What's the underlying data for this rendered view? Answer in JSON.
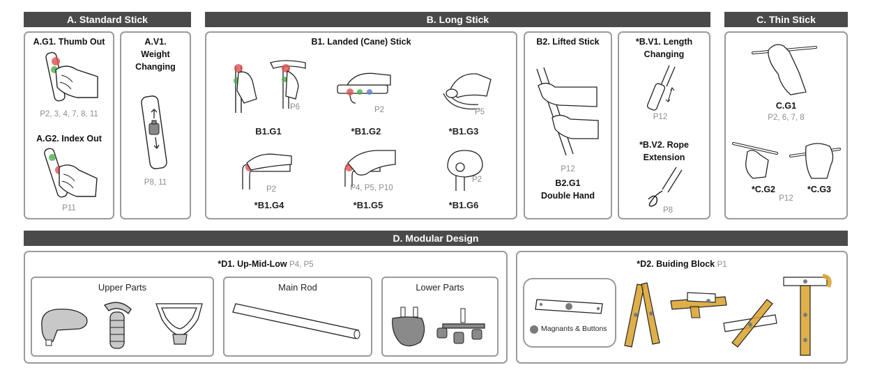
{
  "headers": {
    "a": "A. Standard Stick",
    "b": "B. Long Stick",
    "c": "C. Thin Stick",
    "d": "D. Modular Design"
  },
  "a_g1": {
    "title": "A.G1. Thumb Out",
    "participants": "P2, 3, 4, 7, 8, 11"
  },
  "a_g2": {
    "title": "A.G2. Index Out",
    "participants": "P11"
  },
  "a_v1": {
    "title_line1": "A.V1.",
    "title_line2": "Weight",
    "title_line3": "Changing",
    "participants": "P8, 11"
  },
  "b1": {
    "title": "B1. Landed (Cane) Stick",
    "p6": "P6",
    "g1": "B1.G1",
    "g2": "*B1.G2",
    "g2_p": "P2",
    "g3": "*B1.G3",
    "g3_p": "P5",
    "g4": "*B1.G4",
    "g4_p": "P2",
    "g5": "*B1.G5",
    "g5_p": "P4, P5, P10",
    "g6": "*B1.G6",
    "g6_p": "P2"
  },
  "b2": {
    "title": "B2. Lifted Stick",
    "participants": "P12",
    "label1": "B2.G1",
    "label2": "Double Hand"
  },
  "b_v1": {
    "title_line1": "*B.V1. Length",
    "title_line2": "Changing",
    "participants": "P12"
  },
  "b_v2": {
    "title_line1": "*B.V2. Rope",
    "title_line2": "Extension",
    "participants": "P8"
  },
  "c": {
    "g1": "C.G1",
    "g1_p": "P2, 6, 7, 8",
    "g2": "*C.G2",
    "g3": "*C.G3",
    "g23_p": "P12"
  },
  "d1": {
    "title": "*D1. Up-Mid-Low",
    "participants": "P4, P5",
    "upper": "Upper Parts",
    "main": "Main Rod",
    "lower": "Lower Parts"
  },
  "d2": {
    "title": "*D2. Buiding Block",
    "participants": "P1",
    "legend": "Magnants & Buttons"
  },
  "colors": {
    "header": "#4a4a4a",
    "border": "#9a9a9a",
    "gray_text": "#8c8c8c",
    "red": "#e05050",
    "green": "#48b048",
    "blue": "#5a7be0",
    "yellow": "#d9a22a",
    "part": "#c8c8c8"
  }
}
